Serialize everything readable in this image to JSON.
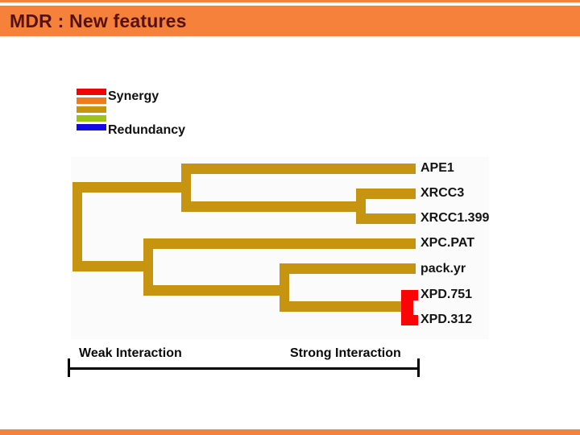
{
  "slide": {
    "title": "MDR : New features",
    "colors": {
      "header_bg": "#F5813B",
      "title_text": "#571212",
      "tree_gold": "#C69410",
      "highlight_red": "#FA0505",
      "label_text": "#141414"
    }
  },
  "legend": {
    "top_label": "Synergy",
    "bottom_label": "Redundancy",
    "swatch_colors": [
      "#EE0606",
      "#EF7B1E",
      "#C6940F",
      "#9DC414",
      "#1507E8"
    ]
  },
  "chart_data": {
    "type": "dendrogram",
    "orientation": "horizontal",
    "leaves": [
      "APE1",
      "XRCC3",
      "XRCC1.399",
      "XPC.PAT",
      "pack.yr",
      "XPD.751",
      "XPD.312"
    ],
    "topology": "((APE1,(XRCC3,XRCC1.399)),(XPC.PAT,(pack.yr,(XPD.751,XPD.312))))",
    "clusters": [
      {
        "members": [
          "XRCC3",
          "XRCC1.399"
        ],
        "color": "gold"
      },
      {
        "members": [
          "APE1",
          "(XRCC3,XRCC1.399)"
        ],
        "color": "gold"
      },
      {
        "members": [
          "pack.yr",
          "(XPD.751,XPD.312)"
        ],
        "color": "gold"
      },
      {
        "members": [
          "XPC.PAT",
          "(pack.yr,(XPD.751,XPD.312))"
        ],
        "color": "gold"
      },
      {
        "members": [
          "XPD.751",
          "XPD.312"
        ],
        "color": "red"
      }
    ],
    "highlight": {
      "pair": [
        "XPD.751",
        "XPD.312"
      ],
      "color": "#FA0505"
    },
    "legend": {
      "gradient_labels": [
        "Synergy",
        "Redundancy"
      ],
      "gradient_colors": [
        "#EE0606",
        "#EF7B1E",
        "#C6940F",
        "#9DC414",
        "#1507E8"
      ]
    },
    "axis": {
      "left_label": "Weak Interaction",
      "right_label": "Strong Interaction"
    },
    "grid": false
  },
  "scale": {
    "left_label": "Weak Interaction",
    "right_label": "Strong Interaction"
  }
}
